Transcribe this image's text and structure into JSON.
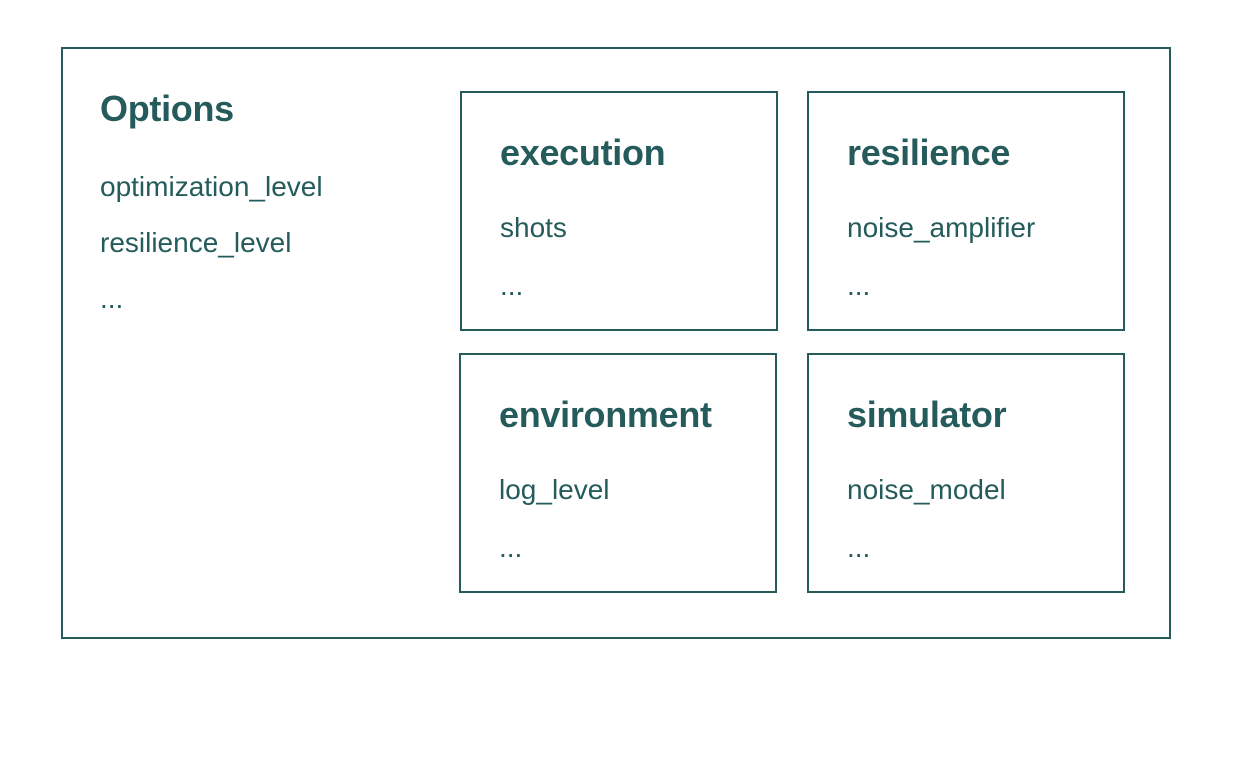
{
  "options": {
    "title": "Options",
    "items": [
      "optimization_level",
      "resilience_level",
      "..."
    ]
  },
  "boxes": [
    {
      "title": "execution",
      "items": [
        "shots",
        "..."
      ]
    },
    {
      "title": "resilience",
      "items": [
        "noise_amplifier",
        "..."
      ]
    },
    {
      "title": "environment",
      "items": [
        "log_level",
        "..."
      ]
    },
    {
      "title": "simulator",
      "items": [
        "noise_model",
        "..."
      ]
    }
  ],
  "colors": {
    "text": "#255b5b",
    "border": "#255b5b",
    "background": "#ffffff"
  }
}
